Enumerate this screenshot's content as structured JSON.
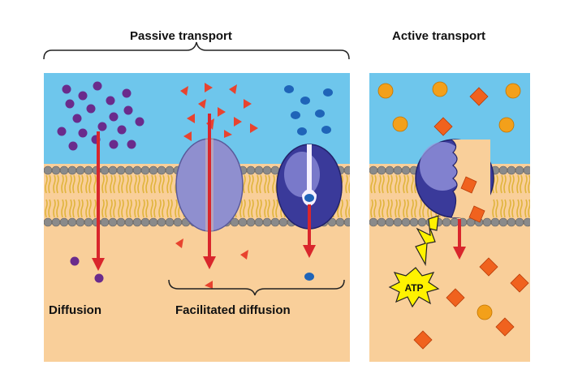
{
  "titles": {
    "passive": "Passive transport",
    "active": "Active transport"
  },
  "labels": {
    "diffusion": "Diffusion",
    "facilitated": "Facilitated diffusion",
    "atp": "ATP"
  },
  "colors": {
    "outside": "#6ec6ec",
    "inside": "#f9cf9a",
    "lipid_head": "#8a8a8a",
    "lipid_tail": "#e0b43c",
    "arrow": "#d9262c",
    "purple_molecule": "#6a2b8c",
    "red_triangle": "#e8432f",
    "blue_molecule": "#1f64b8",
    "orange_circle": "#f3a01a",
    "orange_diamond": "#f0621e",
    "channel_protein": "#8f8fcf",
    "carrier_protein": "#3a3a9a",
    "atp_burst": "#fff200"
  }
}
